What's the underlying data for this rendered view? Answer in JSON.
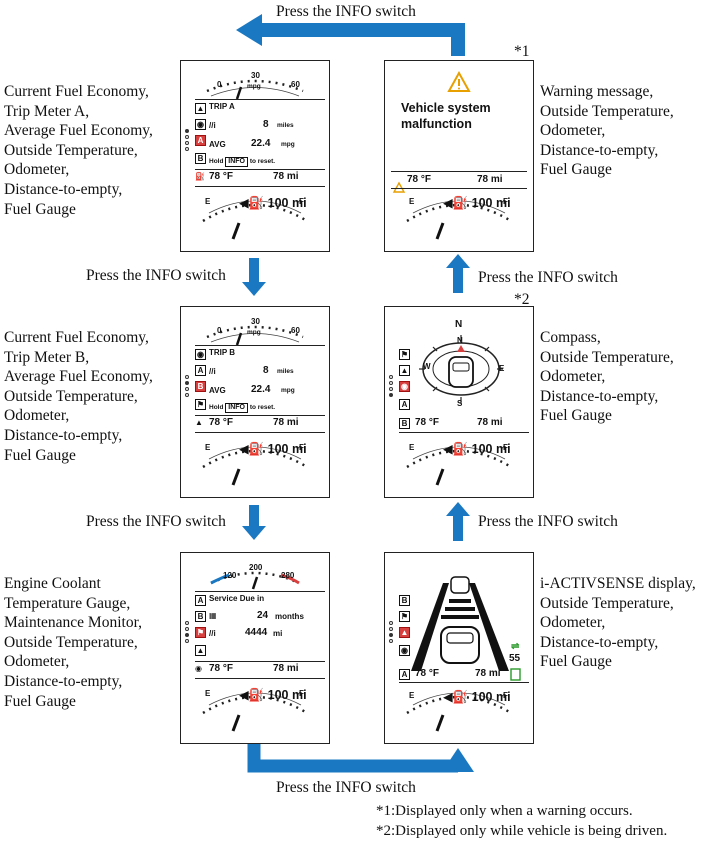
{
  "flow": {
    "top_label": "Press the INFO switch",
    "bottom_label": "Press the INFO switch",
    "left_1_label": "Press the INFO switch",
    "left_2_label": "Press the INFO switch",
    "right_1_label": "Press the INFO switch",
    "right_2_label": "Press the INFO switch"
  },
  "marks": {
    "m1": "*1",
    "m2": "*2"
  },
  "descriptions": {
    "trip_a": [
      "Current Fuel Economy,",
      "Trip Meter A,",
      "Average Fuel Economy,",
      "Outside Temperature,",
      "Odometer,",
      "Distance-to-empty,",
      "Fuel Gauge"
    ],
    "trip_b": [
      "Current Fuel Economy,",
      "Trip Meter B,",
      "Average Fuel Economy,",
      "Outside Temperature,",
      "Odometer,",
      "Distance-to-empty,",
      "Fuel Gauge"
    ],
    "service": [
      "Engine Coolant",
      "Temperature Gauge,",
      "Maintenance Monitor,",
      "Outside Temperature,",
      "Odometer,",
      "Distance-to-empty,",
      "Fuel Gauge"
    ],
    "warning": [
      "Warning message,",
      "Outside Temperature,",
      "Odometer,",
      "Distance-to-empty,",
      "Fuel Gauge"
    ],
    "compass": [
      "Compass,",
      "Outside Temperature,",
      "Odometer,",
      "Distance-to-empty,",
      "Fuel Gauge"
    ],
    "activsense": [
      "i-ACTIVSENSE display,",
      "Outside Temperature,",
      "Odometer,",
      "Distance-to-empty,",
      "Fuel Gauge"
    ]
  },
  "footnotes": {
    "n1": "*1:Displayed only when a warning occurs.",
    "n2": "*2:Displayed only while vehicle is being driven."
  },
  "panels": {
    "common": {
      "temp": "78 °F",
      "odo": "78 mi",
      "dte": "100 mi",
      "fuel_e": "E",
      "fuel_f": "F"
    },
    "trip_a": {
      "g0": "0",
      "g30": "30",
      "g60": "60",
      "unit": "mpg",
      "title": "TRIP A",
      "trip_val": "8",
      "trip_unit": "miles",
      "avg_label": "AVG",
      "avg_val": "22.4",
      "avg_unit": "mpg",
      "hold_pre": "Hold",
      "hold_key": "INFO",
      "hold_post": "to reset.",
      "icon_a": "A",
      "icon_b": "B"
    },
    "trip_b": {
      "g0": "0",
      "g30": "30",
      "g60": "60",
      "unit": "mpg",
      "title": "TRIP B",
      "trip_val": "8",
      "trip_unit": "miles",
      "avg_label": "AVG",
      "avg_val": "22.4",
      "avg_unit": "mpg",
      "hold_pre": "Hold",
      "hold_key": "INFO",
      "hold_post": "to reset.",
      "icon_a": "A",
      "icon_b": "B"
    },
    "service": {
      "g120": "120",
      "g200": "200",
      "g280": "280",
      "title": "Service Due in",
      "months_val": "24",
      "months_unit": "months",
      "miles_val": "4444",
      "miles_unit": "mi",
      "icon_a": "A",
      "icon_b": "B"
    },
    "warning": {
      "line1": "Vehicle system",
      "line2": "malfunction"
    },
    "compass": {
      "n_top": "N",
      "n_ring": "N",
      "w": "W",
      "e": "E",
      "s": "S",
      "icon_a": "A",
      "icon_b": "B"
    },
    "activsense": {
      "speed": "55",
      "icon_a": "A",
      "icon_b": "B"
    }
  },
  "colors": {
    "arrow_blue": "#1a78c2",
    "warning_orange": "#e8a000",
    "icon_red": "#d84040",
    "green": "#2a9a2a"
  }
}
